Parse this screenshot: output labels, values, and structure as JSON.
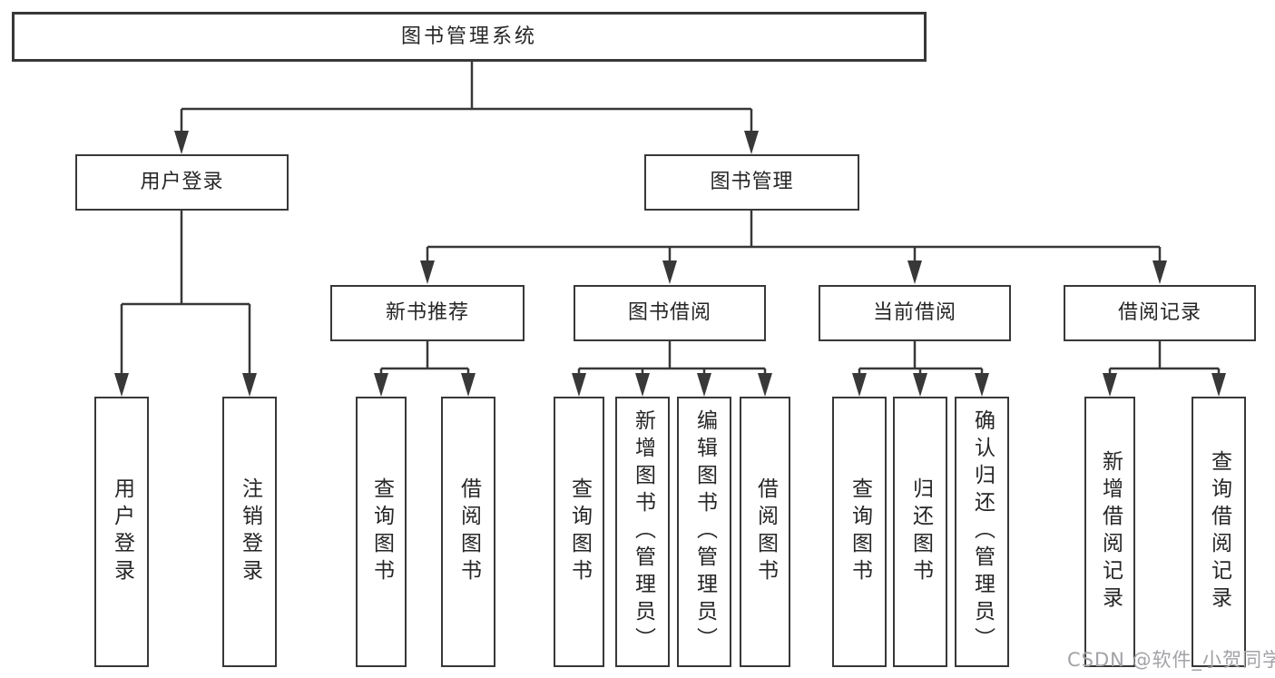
{
  "diagram": {
    "root": {
      "label": "图书管理系统",
      "children": [
        {
          "label": "用户登录",
          "children": [
            {
              "label": "用户登录"
            },
            {
              "label": "注销登录"
            }
          ]
        },
        {
          "label": "图书管理",
          "children": [
            {
              "label": "新书推荐",
              "children": [
                {
                  "label": "查询图书"
                },
                {
                  "label": "借阅图书"
                }
              ]
            },
            {
              "label": "图书借阅",
              "children": [
                {
                  "label": "查询图书"
                },
                {
                  "label": "新增图书（管理员）"
                },
                {
                  "label": "编辑图书（管理员）"
                },
                {
                  "label": "借阅图书"
                }
              ]
            },
            {
              "label": "当前借阅",
              "children": [
                {
                  "label": "查询图书"
                },
                {
                  "label": "归还图书"
                },
                {
                  "label": "确认归还（管理员）"
                }
              ]
            },
            {
              "label": "借阅记录",
              "children": [
                {
                  "label": "新增借阅记录"
                },
                {
                  "label": "查询借阅记录"
                }
              ]
            }
          ]
        }
      ]
    },
    "colors": {
      "line": "#383838",
      "watermark_text": "#a2a2a7"
    }
  },
  "watermark": {
    "text": "CSDN @软件_小贺同学"
  }
}
